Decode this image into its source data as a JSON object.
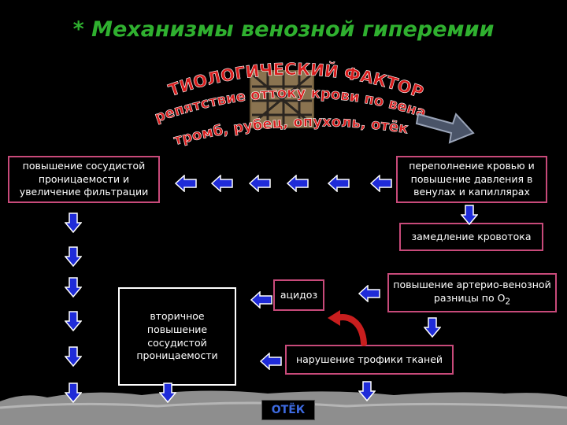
{
  "title": "* Механизмы венозной гиперемии",
  "etiology": {
    "line1": "ЭТИОЛОГИЧЕСКИЙ ФАКТОР:",
    "line2": "препятствие оттоку крови по венам",
    "line3": "(тромб, рубец, опухоль, отёк)"
  },
  "boxes": {
    "permeability": "повышение сосудистой проницаемости и увеличение фильтрации",
    "overflow": "переполнение кровью и повышение давления в венулах и капиллярах",
    "slowdown": "замедление кровотока",
    "av_difference": "повышение артерио-венозной разницы по O",
    "av_sub": "2",
    "acidosis": "ацидоз",
    "secondary": "вторичное повышение сосудистой проницаемости",
    "trophic": "нарушение трофики тканей",
    "edema": "ОТЁК"
  },
  "colors": {
    "title": "#2fb02f",
    "etiology_red": "#d81c1c",
    "arrow_blue": "#1f2bd8",
    "pink_border": "#c84a7a",
    "cyan_border": "#3d9ad8"
  }
}
